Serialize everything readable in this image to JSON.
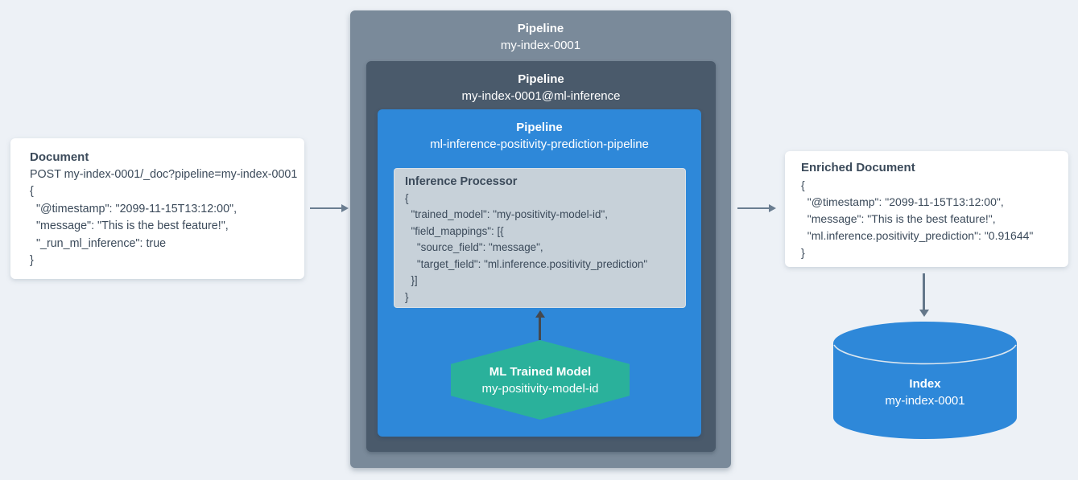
{
  "colors": {
    "page_background": "#edf1f6",
    "card_background": "#ffffff",
    "text_dark": "#3b4a5a",
    "pipeline_outer_box": "#7a8a9a",
    "pipeline_ml_box": "#4a5a6b",
    "pipeline_inference_box": "#2e88d9",
    "processor_box": "#c7d1d9",
    "ml_model_hexagon": "#2ab19b",
    "index_cylinder": "#2e88d9",
    "arrow_slate": "#6a7d90",
    "arrow_dark": "#45484d"
  },
  "document_card": {
    "title": "Document",
    "lines": [
      "POST my-index-0001/_doc?pipeline=my-index-0001",
      "{",
      "  \"@timestamp\": \"2099-11-15T13:12:00\",",
      "  \"message\": \"This is the best feature!\",",
      "  \"_run_ml_inference\": true",
      "}"
    ]
  },
  "pipeline_outer": {
    "label": "Pipeline",
    "name": "my-index-0001"
  },
  "pipeline_ml": {
    "label": "Pipeline",
    "name": "my-index-0001@ml-inference"
  },
  "pipeline_inference": {
    "label": "Pipeline",
    "name": "ml-inference-positivity-prediction-pipeline"
  },
  "inference_processor": {
    "title": "Inference Processor",
    "lines": [
      "{",
      "  \"trained_model\": \"my-positivity-model-id\",",
      "  \"field_mappings\": [{",
      "    \"source_field\": \"message\",",
      "    \"target_field\": \"ml.inference.positivity_prediction\"",
      "  }]",
      "}"
    ]
  },
  "ml_model": {
    "title": "ML Trained Model",
    "name": "my-positivity-model-id"
  },
  "enriched_card": {
    "title": "Enriched Document",
    "lines": [
      "{",
      "  \"@timestamp\": \"2099-11-15T13:12:00\",",
      "  \"message\": \"This is the best feature!\",",
      "  \"ml.inference.positivity_prediction\": \"0.91644\"",
      "}"
    ]
  },
  "index_store": {
    "label": "Index",
    "name": "my-index-0001"
  }
}
